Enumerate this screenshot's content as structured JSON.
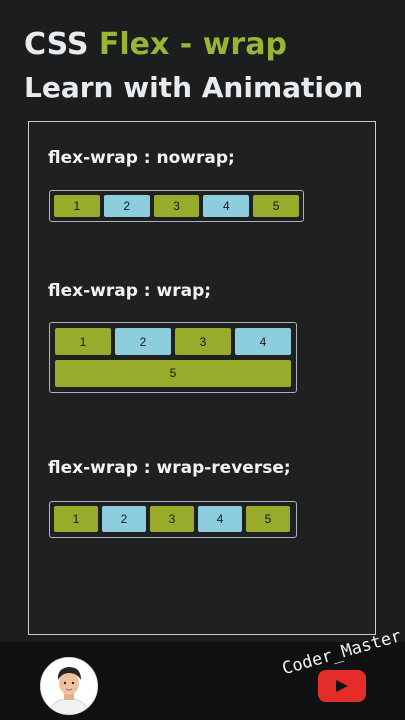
{
  "header": {
    "title_prefix": "CSS ",
    "title_accent": "Flex - wrap",
    "subtitle": "Learn with Animation"
  },
  "sections": [
    {
      "label": "flex-wrap : nowrap;",
      "items": [
        "1",
        "2",
        "3",
        "4",
        "5"
      ]
    },
    {
      "label": "flex-wrap : wrap;",
      "items": [
        "1",
        "2",
        "3",
        "4",
        "5"
      ]
    },
    {
      "label": "flex-wrap : wrap-reverse;",
      "items": [
        "1",
        "2",
        "3",
        "4",
        "5"
      ]
    }
  ],
  "footer": {
    "brand": "Coder_Master",
    "avatar_icon": "person-avatar-icon",
    "channel_icon": "youtube-play-icon"
  },
  "colors": {
    "accent": "#98b536",
    "green_item": "#98ab2a",
    "blue_item": "#8ccedd",
    "background": "#1b1d1f",
    "youtube_red": "#e52d27"
  }
}
